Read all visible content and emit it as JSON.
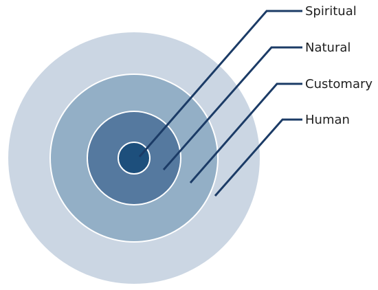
{
  "diagram": {
    "rings": [
      {
        "id": "human",
        "label": "Human",
        "color": "#cbd6e3"
      },
      {
        "id": "customary",
        "label": "Customary",
        "color": "#93afc6"
      },
      {
        "id": "natural",
        "label": "Natural",
        "color": "#55799f"
      },
      {
        "id": "spiritual",
        "label": "Spiritual",
        "color": "#1d4f7c"
      }
    ],
    "separator_color": "#ffffff",
    "leader_color": "#1b3b66",
    "label_color": "#1f1f1f"
  }
}
